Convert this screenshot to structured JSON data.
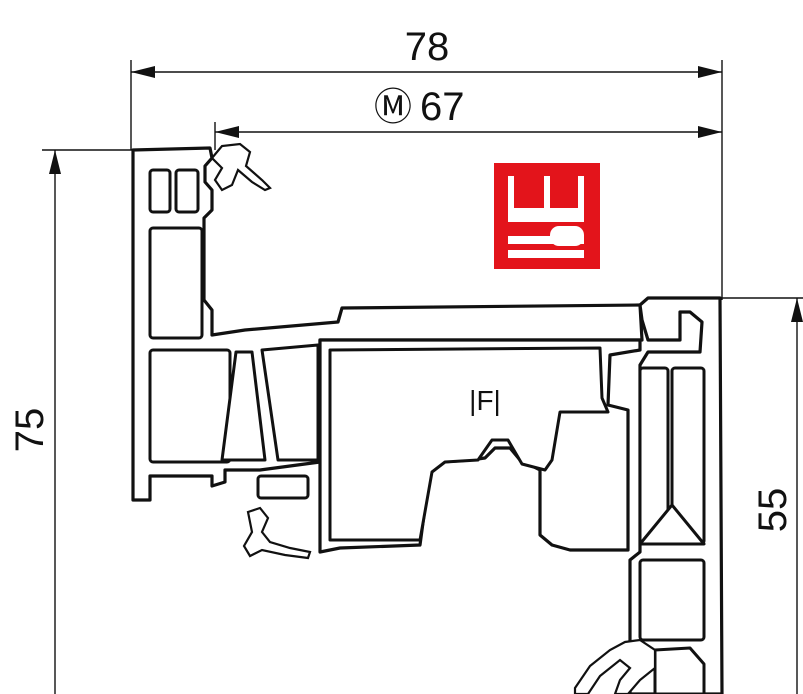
{
  "dimensions": {
    "overall_width": "78",
    "inner_width_symbol": "Ⓜ",
    "inner_width": "67",
    "overall_height": "75",
    "sash_height": "55"
  },
  "section_label": "|F|",
  "badge": {
    "color": "#e3141b",
    "icon": "multi-chamber-profile-icon"
  }
}
